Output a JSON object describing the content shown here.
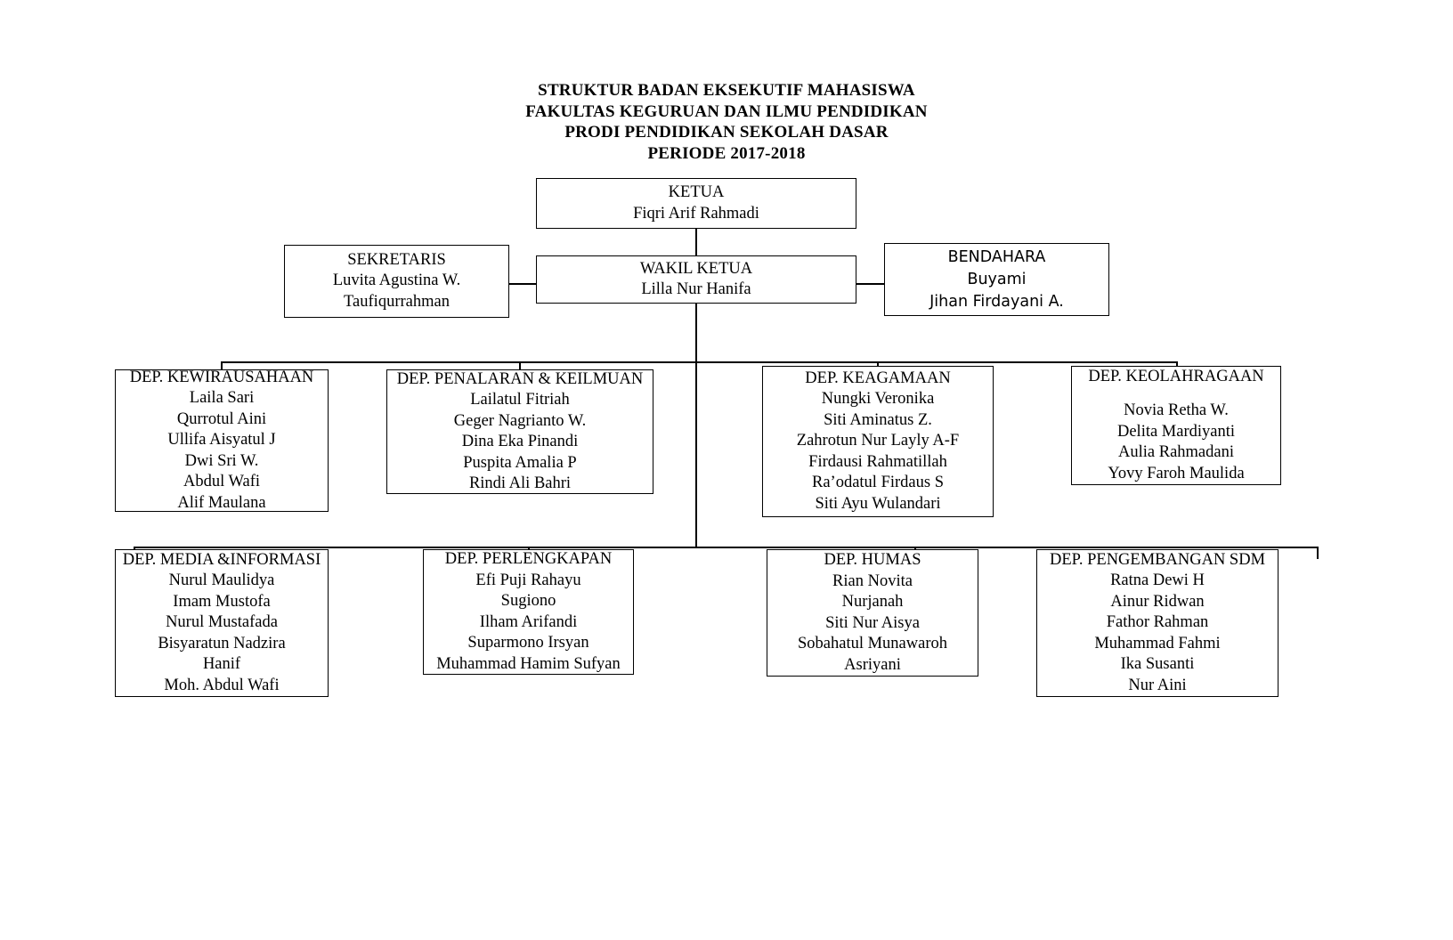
{
  "title": {
    "lines": [
      "STRUKTUR BADAN EKSEKUTIF MAHASISWA",
      "FAKULTAS KEGURUAN DAN ILMU PENDIDIKAN",
      "PRODI PENDIDIKAN SEKOLAH DASAR",
      "PERIODE 2017-2018"
    ]
  },
  "colors": {
    "background": "#ffffff",
    "box_border": "#000000",
    "text": "#000000",
    "connector": "#000000"
  },
  "chart_data": {
    "type": "diagram",
    "subtype": "organizational-chart",
    "title": "STRUKTUR BADAN EKSEKUTIF MAHASISWA FAKULTAS KEGURUAN DAN ILMU PENDIDIKAN PRODI PENDIDIKAN SEKOLAH DASAR PERIODE 2017-2018",
    "levels": [
      [
        "ketua"
      ],
      [
        "sekretaris",
        "wakil_ketua",
        "bendahara"
      ],
      [
        "dep_kewirausahaan",
        "dep_penalaran",
        "dep_keagamaan",
        "dep_keolahragaan"
      ],
      [
        "dep_media",
        "dep_perlengkapan",
        "dep_humas",
        "dep_pengembangan_sdm"
      ]
    ],
    "edges": [
      {
        "from": "ketua",
        "to": "wakil_ketua"
      },
      {
        "from": "wakil_ketua",
        "to": "sekretaris"
      },
      {
        "from": "wakil_ketua",
        "to": "bendahara"
      },
      {
        "from": "wakil_ketua",
        "to": "dep_kewirausahaan"
      },
      {
        "from": "wakil_ketua",
        "to": "dep_penalaran"
      },
      {
        "from": "wakil_ketua",
        "to": "dep_keagamaan"
      },
      {
        "from": "wakil_ketua",
        "to": "dep_keolahragaan"
      },
      {
        "from": "wakil_ketua",
        "to": "dep_media"
      },
      {
        "from": "wakil_ketua",
        "to": "dep_perlengkapan"
      },
      {
        "from": "wakil_ketua",
        "to": "dep_humas"
      },
      {
        "from": "wakil_ketua",
        "to": "dep_pengembangan_sdm"
      }
    ]
  },
  "nodes": {
    "ketua": {
      "head": "KETUA",
      "members": [
        "Fiqri Arif Rahmadi"
      ]
    },
    "sekretaris": {
      "head": "SEKRETARIS",
      "members": [
        "Luvita Agustina W.",
        "Taufiqurrahman"
      ]
    },
    "wakil_ketua": {
      "head": "WAKIL KETUA",
      "members": [
        "Lilla Nur Hanifa"
      ]
    },
    "bendahara": {
      "head": "BENDAHARA",
      "members": [
        "Buyami",
        "Jihan Firdayani A."
      ]
    },
    "dep_kewirausahaan": {
      "head": "DEP. KEWIRAUSAHAAN",
      "members": [
        "Laila Sari",
        "Qurrotul Aini",
        "Ullifa Aisyatul J",
        "Dwi Sri W.",
        "Abdul Wafi",
        "Alif Maulana"
      ]
    },
    "dep_penalaran": {
      "head": "DEP. PENALARAN & KEILMUAN",
      "members": [
        "Lailatul Fitriah",
        "Geger Nagrianto W.",
        "Dina Eka Pinandi",
        "Puspita Amalia P",
        "Rindi Ali Bahri"
      ]
    },
    "dep_keagamaan": {
      "head": "DEP. KEAGAMAAN",
      "members": [
        "Nungki Veronika",
        "Siti Aminatus Z.",
        "Zahrotun Nur Layly A-F",
        "Firdausi Rahmatillah",
        "Ra’odatul Firdaus S",
        "Siti Ayu Wulandari"
      ]
    },
    "dep_keolahragaan": {
      "head": "DEP. KEOLAHRAGAAN",
      "members": [
        "Novia Retha W.",
        "Delita Mardiyanti",
        "Aulia Rahmadani",
        "Yovy Faroh Maulida"
      ]
    },
    "dep_media": {
      "head": "DEP. MEDIA &INFORMASI",
      "members": [
        "Nurul Maulidya",
        "Imam Mustofa",
        "Nurul Mustafada",
        "Bisyaratun Nadzira",
        "Hanif",
        "Moh. Abdul Wafi"
      ]
    },
    "dep_perlengkapan": {
      "head": "DEP. PERLENGKAPAN",
      "members": [
        "Efi Puji Rahayu",
        "Sugiono",
        "Ilham Arifandi",
        "Suparmono Irsyan",
        "Muhammad Hamim Sufyan"
      ]
    },
    "dep_humas": {
      "head": "DEP. HUMAS",
      "members": [
        "Rian Novita",
        "Nurjanah",
        "Siti Nur Aisya",
        "Sobahatul Munawaroh",
        "Asriyani"
      ]
    },
    "dep_pengembangan_sdm": {
      "head": "DEP. PENGEMBANGAN SDM",
      "members": [
        "Ratna Dewi H",
        "Ainur Ridwan",
        "Fathor Rahman",
        "Muhammad Fahmi",
        "Ika Susanti",
        "Nur Aini"
      ]
    }
  }
}
